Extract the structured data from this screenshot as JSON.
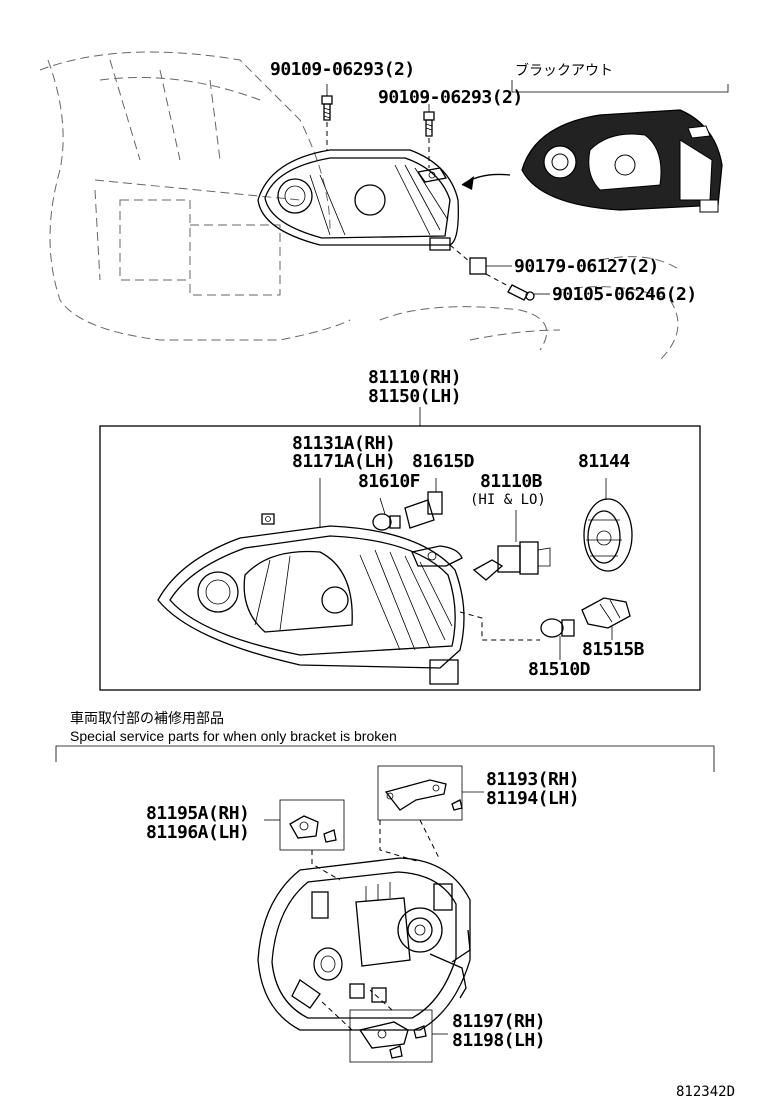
{
  "header": {
    "blackout_label": "ブラックアウト"
  },
  "parts": {
    "bolt_a": "90109-06293(2)",
    "bolt_b": "90109-06293(2)",
    "nut": "90179-06127(2)",
    "screw": "90105-06246(2)",
    "headlamp_rh": "81110(RH)",
    "headlamp_lh": "81150(LH)",
    "unit_rh": "81131A(RH)",
    "unit_lh": "81171A(LH)",
    "socket_small": "81615D",
    "bulb_small": "81610F",
    "bulb_main": "81110B",
    "bulb_main_note": "(HI & LO)",
    "cover": "81144",
    "socket_turn": "81515B",
    "bulb_turn": "81510D",
    "bracket_top_rh": "81193(RH)",
    "bracket_top_lh": "81194(LH)",
    "bracket_side_rh": "81195A(RH)",
    "bracket_side_lh": "81196A(LH)",
    "bracket_bottom_rh": "81197(RH)",
    "bracket_bottom_lh": "81198(LH)"
  },
  "service": {
    "title_jp": "車両取付部の補修用部品",
    "title_en": "Special service parts for when only bracket is broken"
  },
  "footer": {
    "diagram_code": "812342D"
  }
}
